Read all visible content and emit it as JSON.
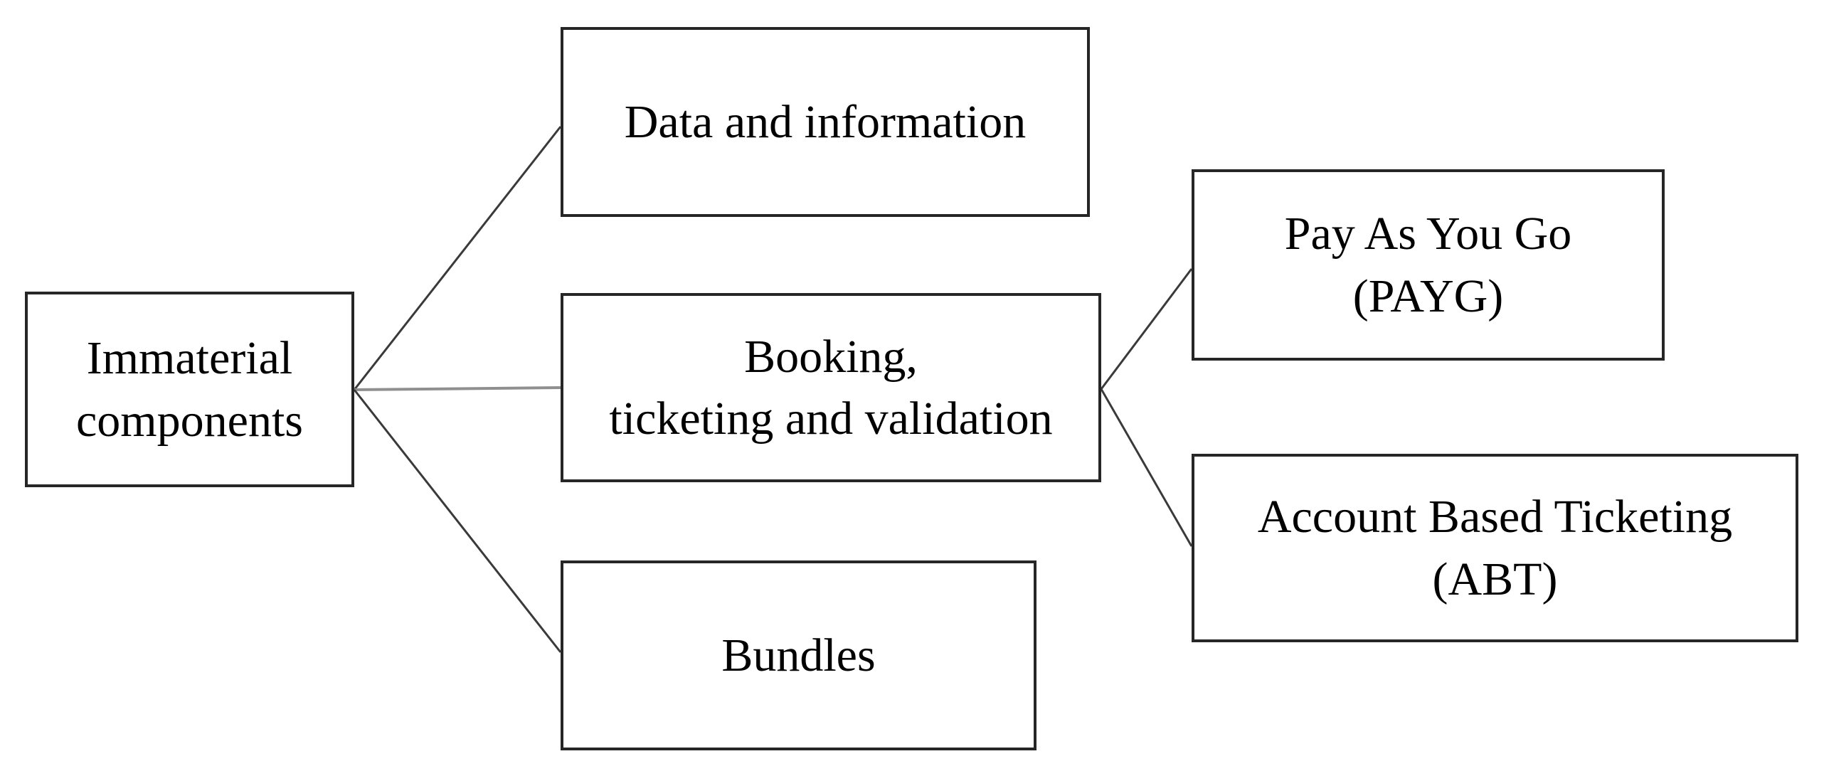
{
  "diagram": {
    "nodes": [
      {
        "id": "immaterial-components",
        "lines": [
          "Immaterial",
          "components"
        ]
      },
      {
        "id": "data-and-information",
        "lines": [
          "Data and information"
        ]
      },
      {
        "id": "booking-ticketing-validation",
        "lines": [
          "Booking,",
          "ticketing and validation"
        ]
      },
      {
        "id": "bundles",
        "lines": [
          "Bundles"
        ]
      },
      {
        "id": "pay-as-you-go",
        "lines": [
          "Pay As You Go",
          "(PAYG)"
        ]
      },
      {
        "id": "account-based-ticketing",
        "lines": [
          "Account Based Ticketing",
          "(ABT)"
        ]
      }
    ],
    "edges": [
      {
        "from": "immaterial-components",
        "to": "data-and-information"
      },
      {
        "from": "immaterial-components",
        "to": "booking-ticketing-validation"
      },
      {
        "from": "immaterial-components",
        "to": "bundles"
      },
      {
        "from": "booking-ticketing-validation",
        "to": "pay-as-you-go"
      },
      {
        "from": "booking-ticketing-validation",
        "to": "account-based-ticketing"
      }
    ],
    "colors": {
      "box_border": "#262626",
      "text": "#000000",
      "connector": "#3a3a3a",
      "connector_light": "#8f8f8f",
      "background": "#ffffff"
    }
  }
}
